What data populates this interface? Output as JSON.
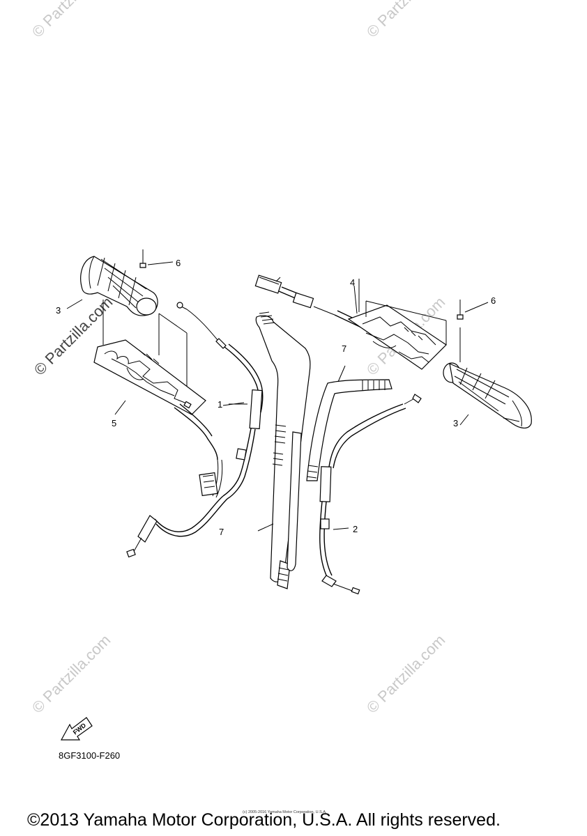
{
  "watermark": "© Partzilla.com",
  "callouts": {
    "c1": "1",
    "c2": "2",
    "c3_left": "3",
    "c3_right": "3",
    "c4": "4",
    "c5": "5",
    "c6_left": "6",
    "c6_right": "6",
    "c7_upper": "7",
    "c7_lower": "7"
  },
  "fwd_label": "FWD",
  "diagram_code": "8GF3100-F260",
  "tiny_credit": "(c) 2005-2016 Yamaha Motor Corporation, U.S.A.",
  "copyright": "©2013 Yamaha Motor Corporation, U.S.A. All rights reserved."
}
